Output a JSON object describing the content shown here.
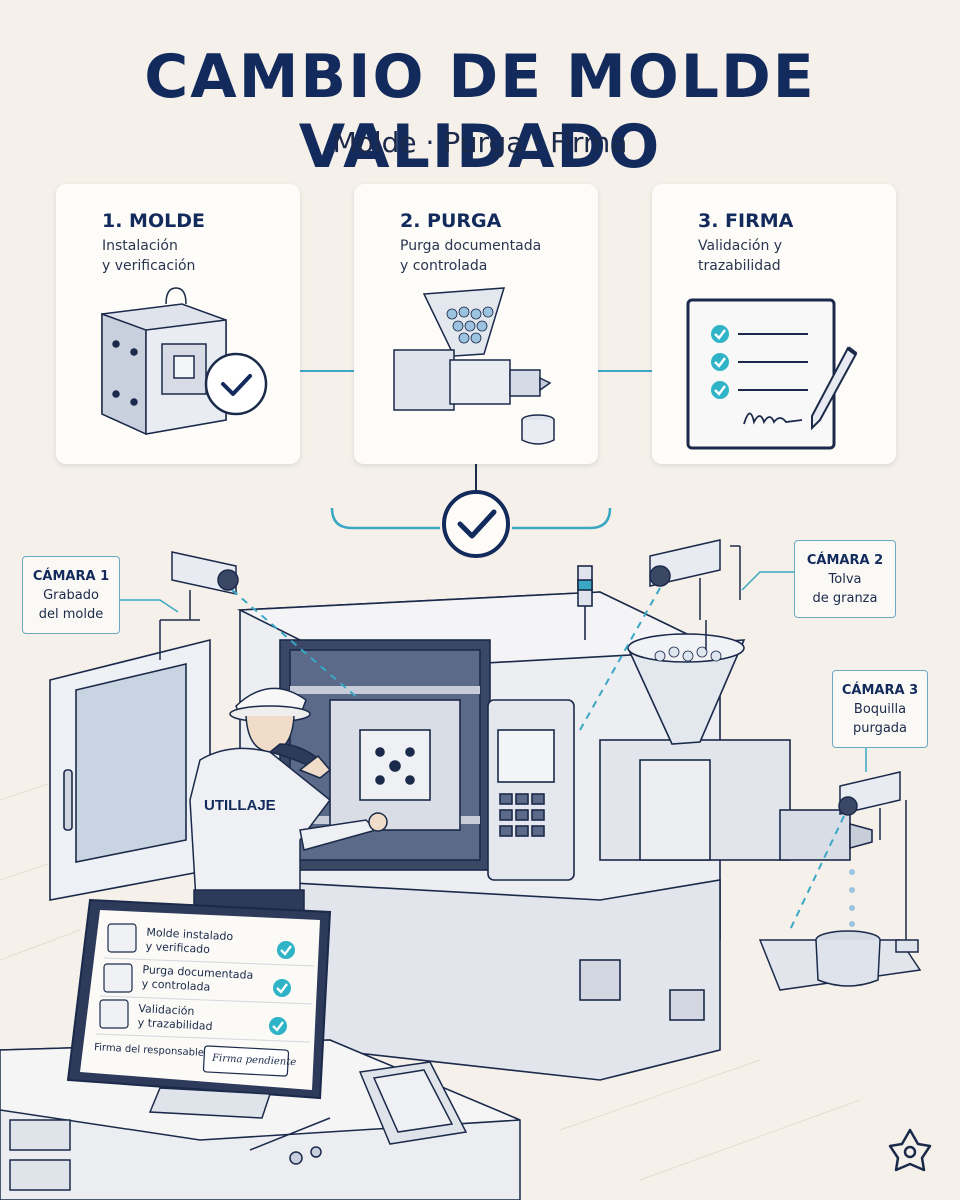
{
  "header": {
    "title": "CAMBIO DE MOLDE VALIDADO",
    "subtitle": "Molde · Purga · Firma"
  },
  "steps": [
    {
      "title": "1. MOLDE",
      "desc_line1": "Instalación",
      "desc_line2": "y verificación"
    },
    {
      "title": "2. PURGA",
      "desc_line1": "Purga documentada",
      "desc_line2": "y controlada"
    },
    {
      "title": "3. FIRMA",
      "desc_line1": "Validación y",
      "desc_line2": "trazabilidad"
    }
  ],
  "cameras": [
    {
      "title": "CÁMARA 1",
      "line1": "Grabado",
      "line2": "del molde"
    },
    {
      "title": "CÁMARA 2",
      "line1": "Tolva",
      "line2": "de granza"
    },
    {
      "title": "CÁMARA 3",
      "line1": "Boquilla",
      "line2": "purgada"
    }
  ],
  "worker": {
    "jacket_label": "UTILLAJE"
  },
  "tablet": {
    "items": [
      {
        "line1": "Molde instalado",
        "line2": "y verificado"
      },
      {
        "line1": "Purga documentada",
        "line2": "y controlada"
      },
      {
        "line1": "Validación",
        "line2": "y trazabilidad"
      }
    ],
    "signature_label": "Firma del responsable",
    "signature_status": "Firma pendiente"
  },
  "colors": {
    "navy": "#132a5c",
    "accent": "#3aa7c4",
    "check": "#2fb3c7",
    "background": "#f5f1ea"
  }
}
